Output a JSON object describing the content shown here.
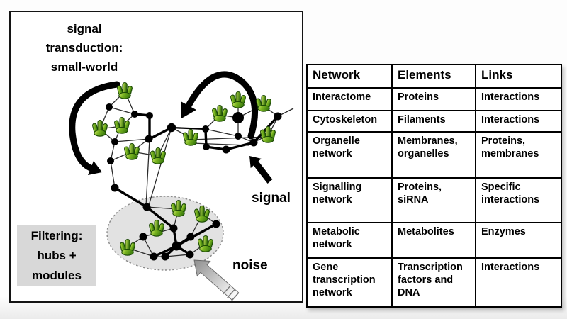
{
  "diagram": {
    "title_lines": [
      "signal",
      "transduction:",
      "small-world"
    ],
    "filter_box_lines": [
      "Filtering:",
      "hubs +",
      "modules"
    ],
    "signal_label": "signal",
    "noise_label": "noise",
    "icons": {
      "protein": "protein-icon",
      "signal_arrow": "signal-arrow-icon",
      "noise_arrow": "noise-arrow-icon",
      "shortcut_arc_left": "shortcut-arc-left-icon",
      "shortcut_arc_right": "shortcut-arc-right-icon",
      "module_ellipse": "module-ellipse"
    },
    "colors": {
      "protein_light": "#d9ef72",
      "protein_mid": "#7ab520",
      "protein_dark": "#3c7d0d",
      "protein_outline": "#1c4a05",
      "module_fill": "#e2e2e2",
      "filter_box_fill": "#d8d8d8",
      "ink": "#000000"
    }
  },
  "table": {
    "headers": [
      "Network",
      "Elements",
      "Links"
    ],
    "rows": [
      {
        "network": "Interactome",
        "elements": "Proteins",
        "links": "Interactions"
      },
      {
        "network": "Cytoskeleton",
        "elements": "Filaments",
        "links": "Interactions"
      },
      {
        "network": "Organelle network",
        "elements": "Membranes, organelles",
        "links": "Proteins, membranes"
      },
      {
        "network": "Signalling network",
        "elements": "Proteins, siRNA",
        "links": "Specific interactions"
      },
      {
        "network": "Metabolic network",
        "elements": "Metabolites",
        "links": "Enzymes"
      },
      {
        "network": "Gene transcription network",
        "elements": "Transcription factors and DNA",
        "links": "Interactions"
      }
    ]
  }
}
